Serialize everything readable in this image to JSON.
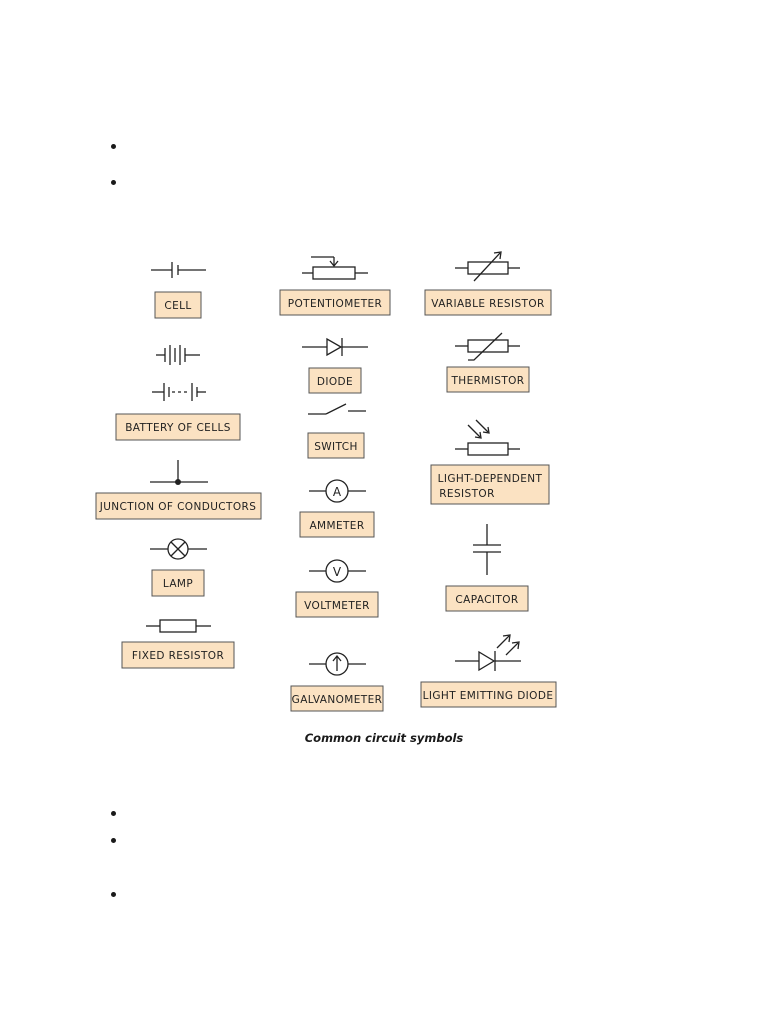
{
  "figure": {
    "caption": "Common circuit symbols",
    "labels": {
      "cell": "CELL",
      "battery": "BATTERY OF CELLS",
      "junction": "JUNCTION OF CONDUCTORS",
      "lamp": "LAMP",
      "fixed_resistor": "FIXED RESISTOR",
      "potentiometer": "POTENTIOMETER",
      "diode": "DIODE",
      "switch": "SWITCH",
      "ammeter": "AMMETER",
      "voltmeter": "VOLTMETER",
      "galvanometer": "GALVANOMETER",
      "variable_resistor": "VARIABLE RESISTOR",
      "thermistor": "THERMISTOR",
      "ldr_line1": "LIGHT-DEPENDENT",
      "ldr_line2": "RESISTOR",
      "capacitor": "CAPACITOR",
      "led": "LIGHT EMITTING DIODE"
    },
    "meter_letters": {
      "ammeter": "A",
      "voltmeter": "V"
    }
  }
}
